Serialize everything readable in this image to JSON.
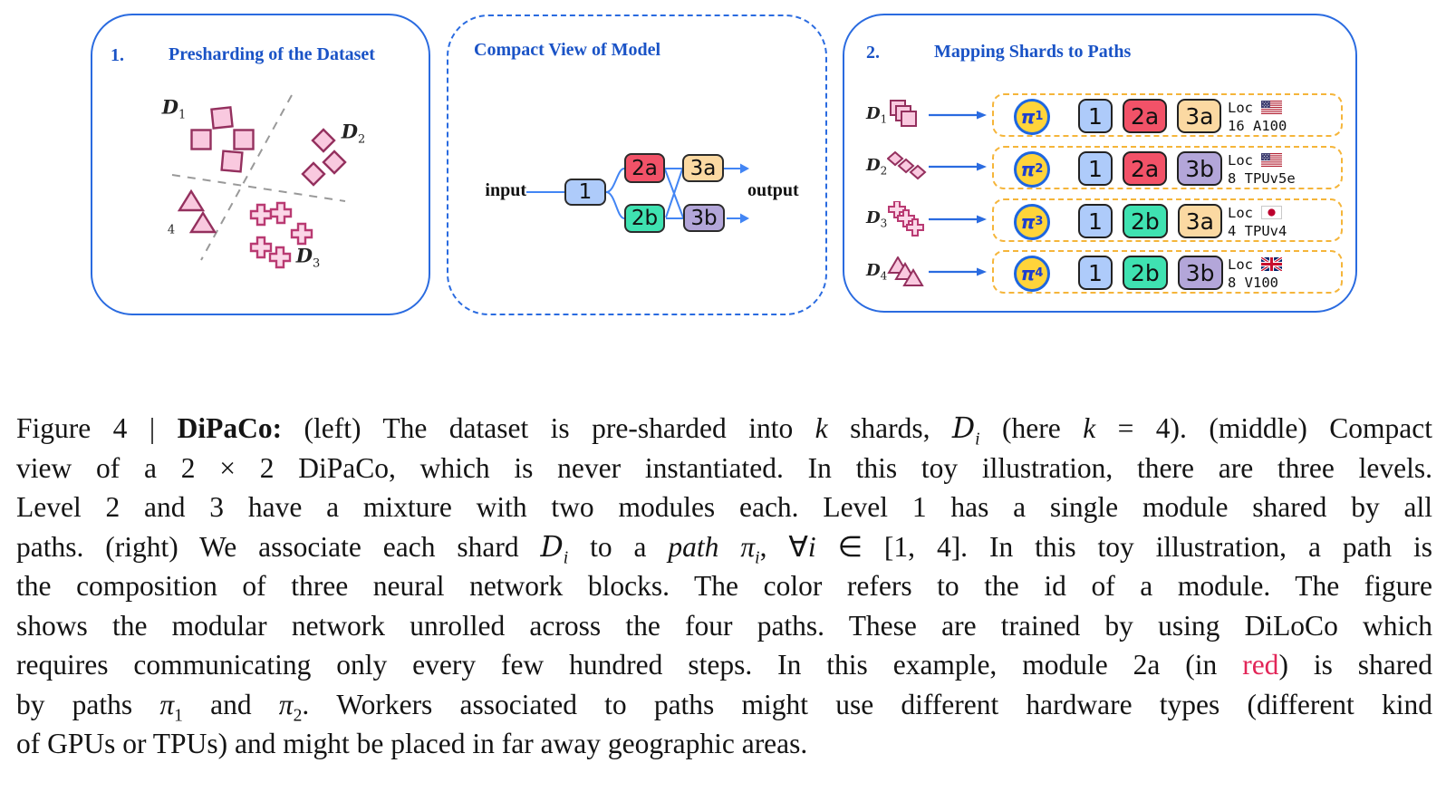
{
  "figure": {
    "panel1": {
      "number": "1.",
      "title": "Presharding of the Dataset",
      "clusters": [
        {
          "label": "D",
          "sub": "1",
          "shape": "square"
        },
        {
          "label": "D",
          "sub": "2",
          "shape": "diamond"
        },
        {
          "label": "D",
          "sub": "3",
          "shape": "plus"
        },
        {
          "label": "D",
          "sub": "4",
          "shape": "triangle"
        }
      ]
    },
    "panel2": {
      "title": "Compact View of Model",
      "input_label": "input",
      "output_label": "output",
      "nodes": [
        "1",
        "2a",
        "2b",
        "3a",
        "3b"
      ]
    },
    "panel3": {
      "number": "2.",
      "title": "Mapping Shards to Paths",
      "pi_symbol": "π",
      "rows": [
        {
          "shard_label": "D",
          "shard_sub": "1",
          "shape": "square",
          "path_sub": "1",
          "modules": [
            "1",
            "2a",
            "3a"
          ],
          "loc_label": "Loc",
          "flag": "us",
          "hardware": "16 A100"
        },
        {
          "shard_label": "D",
          "shard_sub": "2",
          "shape": "diamond",
          "path_sub": "2",
          "modules": [
            "1",
            "2a",
            "3b"
          ],
          "loc_label": "Loc",
          "flag": "us",
          "hardware": "8 TPUv5e"
        },
        {
          "shard_label": "D",
          "shard_sub": "3",
          "shape": "plus",
          "path_sub": "3",
          "modules": [
            "1",
            "2b",
            "3a"
          ],
          "loc_label": "Loc",
          "flag": "jp",
          "hardware": "4 TPUv4"
        },
        {
          "shard_label": "D",
          "shard_sub": "4",
          "shape": "triangle",
          "path_sub": "4",
          "modules": [
            "1",
            "2b",
            "3b"
          ],
          "loc_label": "Loc",
          "flag": "uk",
          "hardware": "8 V100"
        }
      ]
    },
    "module_colors": {
      "1": "#aecbfa",
      "2a": "#f25268",
      "2b": "#3fe2b1",
      "3a": "#fbd9a2",
      "3b": "#b3a6d9"
    },
    "palette": {
      "panel_border_blue": "#2a6be0",
      "title_blue": "#1a53c6",
      "row_dashed_orange": "#f5b53a",
      "pi_fill_gold": "#ffd43a",
      "pi_text_blue": "#1d3fd0",
      "shape_fill_pink": "#f9c9df",
      "shape_stroke_magenta": "#94305e",
      "net_line_blue": "#4285f4",
      "caption_red": "#e22658",
      "boundary_gray": "#999999"
    }
  },
  "caption": {
    "lines": [
      [
        {
          "t": "Figure 4 | "
        },
        {
          "t": "DiPaCo:",
          "b": true
        },
        {
          "t": " (left) The dataset is pre-sharded into "
        },
        {
          "t": "k",
          "i": true
        },
        {
          "t": " shards, "
        },
        {
          "t": "D",
          "scr": true
        },
        {
          "t": "i",
          "sub": true,
          "i": true
        },
        {
          "t": " (here "
        },
        {
          "t": "k",
          "i": true
        },
        {
          "t": " = 4). (middle) Compact"
        }
      ],
      [
        {
          "t": "view of a 2 × 2 DiPaCo, which is never instantiated. In this toy illustration, there are three levels."
        }
      ],
      [
        {
          "t": "Level 2 and 3 have a mixture with two modules each. Level 1 has a single module shared by all"
        }
      ],
      [
        {
          "t": "paths. (right) We associate each shard "
        },
        {
          "t": "D",
          "scr": true
        },
        {
          "t": "i",
          "sub": true,
          "i": true
        },
        {
          "t": " to a "
        },
        {
          "t": "path π",
          "i": true
        },
        {
          "t": "i",
          "sub": true,
          "i": true
        },
        {
          "t": ", ∀"
        },
        {
          "t": "i",
          "i": true
        },
        {
          "t": " ∈ [1, 4]. In this toy illustration, a path is"
        }
      ],
      [
        {
          "t": "the composition of three neural network blocks. The color refers to the id of a module. The figure"
        }
      ],
      [
        {
          "t": "shows the modular network unrolled across the four paths. These are trained by using DiLoCo which"
        }
      ],
      [
        {
          "t": "requires communicating only every few hundred steps. In this example, module 2a (in "
        },
        {
          "t": "red",
          "red": true
        },
        {
          "t": ") is shared"
        }
      ],
      [
        {
          "t": "by paths "
        },
        {
          "t": "π",
          "i": true
        },
        {
          "t": "1",
          "sub": true
        },
        {
          "t": " and "
        },
        {
          "t": "π",
          "i": true
        },
        {
          "t": "2",
          "sub": true
        },
        {
          "t": ". Workers associated to paths might use different hardware types (different kind"
        }
      ],
      [
        {
          "t": "of GPUs or TPUs) and might be placed in far away geographic areas."
        }
      ]
    ]
  }
}
